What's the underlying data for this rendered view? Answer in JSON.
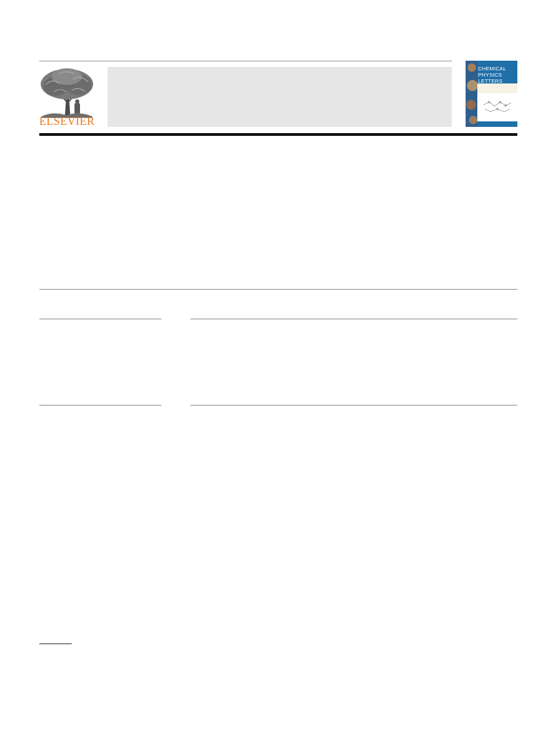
{
  "header": {
    "publisher_name": "ELSEVIER",
    "journal_cover_title": [
      "CHEMICAL",
      "PHYSICS",
      "LETTERS"
    ]
  },
  "colors": {
    "publisher_orange": "#e9781c",
    "cover_blue": "#1f6fa8",
    "journal_box_grey": "#e6e6e6",
    "rule_dark": "#111111"
  },
  "icons": {
    "publisher_logo": "tree-engraving-icon"
  }
}
